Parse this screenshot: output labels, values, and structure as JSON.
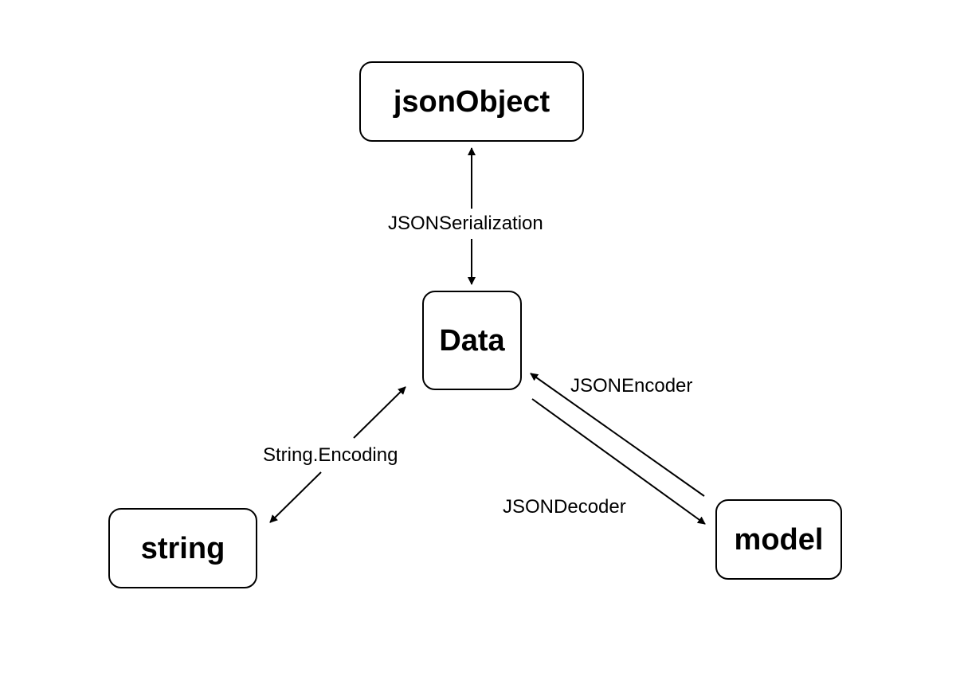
{
  "nodes": {
    "json_object": "jsonObject",
    "data": "Data",
    "string": "string",
    "model": "model"
  },
  "edges": {
    "serialization": "JSONSerialization",
    "string_encoding": "String.Encoding",
    "encoder": "JSONEncoder",
    "decoder": "JSONDecoder"
  },
  "colors": {
    "stroke": "#000000",
    "background": "#ffffff"
  }
}
